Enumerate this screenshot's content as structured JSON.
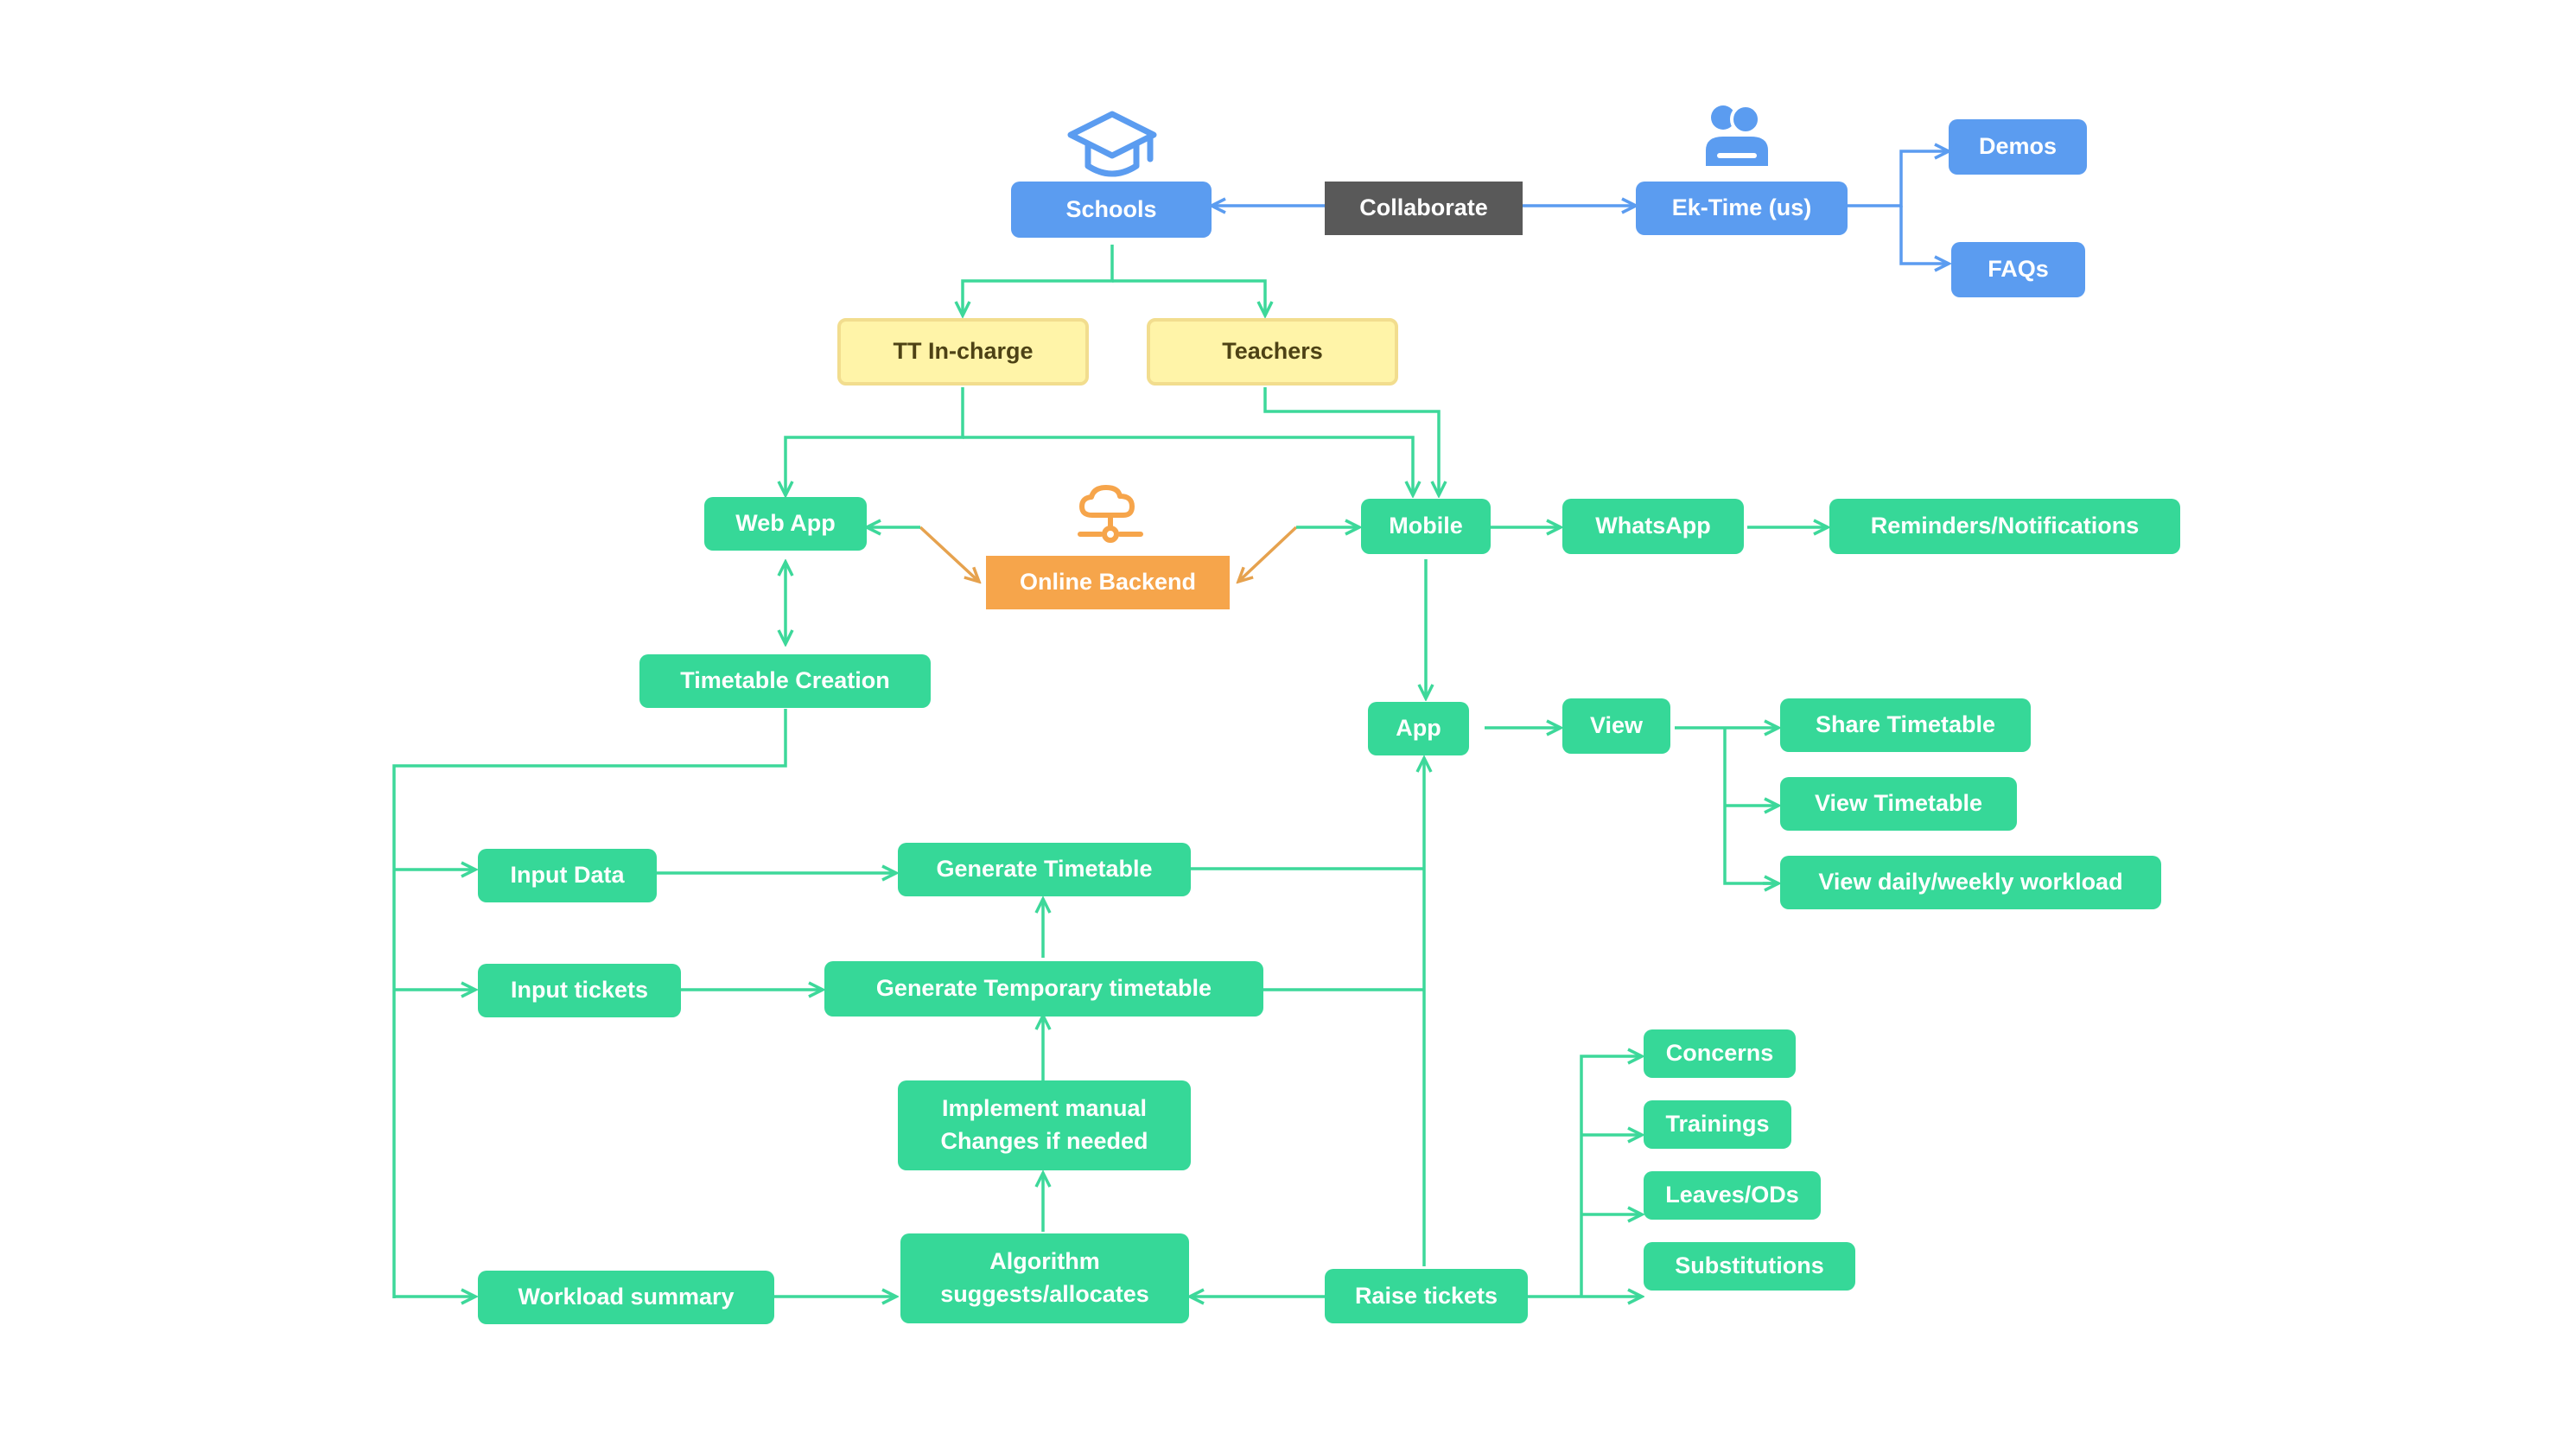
{
  "colors": {
    "blue": "#5b9cf0",
    "dark": "#595959",
    "yellow_fill": "#fff4a8",
    "yellow_border": "#f2dd8e",
    "green": "#36d898",
    "orange": "#f6a54b",
    "green_line": "#3dd89a",
    "blue_line": "#5b9cf0",
    "orange_line": "#e6a24e"
  },
  "icons": {
    "schools": "graduation-cap-icon",
    "ek_time": "user-icon",
    "online_backend": "cloud-server-icon"
  },
  "nodes": {
    "schools": "Schools",
    "collaborate": "Collaborate",
    "ek_time": "Ek-Time (us)",
    "demos": "Demos",
    "faqs": "FAQs",
    "tt_incharge": "TT In-charge",
    "teachers": "Teachers",
    "web_app": "Web App",
    "online_backend": "Online Backend",
    "mobile": "Mobile",
    "whatsapp": "WhatsApp",
    "reminders": "Reminders/Notifications",
    "timetable_creation": "Timetable Creation",
    "app": "App",
    "view": "View",
    "share_timetable": "Share Timetable",
    "view_timetable": "View Timetable",
    "view_workload": "View daily/weekly workload",
    "input_data": "Input Data",
    "generate_timetable": "Generate Timetable",
    "input_tickets": "Input tickets",
    "generate_temp": "Generate Temporary timetable",
    "implement_manual": "Implement manual\nChanges if needed",
    "algorithm": "Algorithm\nsuggests/allocates",
    "workload_summary": "Workload summary",
    "raise_tickets": "Raise tickets",
    "concerns": "Concerns",
    "trainings": "Trainings",
    "leaves": "Leaves/ODs",
    "substitutions": "Substitutions"
  }
}
